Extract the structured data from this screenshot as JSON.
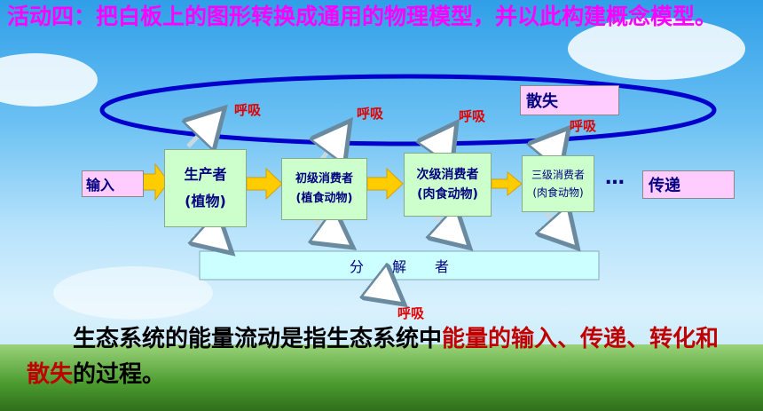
{
  "title": "活动四：把白板上的图形转换成通用的物理模型，并以此构建概念模型。",
  "nodes": {
    "input": "输入",
    "producer_l1": "生产者",
    "producer_l2": "(植物)",
    "primary_l1": "初级消费者",
    "primary_l2": "(植食动物)",
    "secondary_l1": "次级消费者",
    "secondary_l2": "(肉食动物)",
    "tertiary_l1": "三级消费者",
    "tertiary_l2": "(肉食动物)",
    "ellipsis": "…",
    "transfer": "传递",
    "dissipation": "散失",
    "decomposer": "分　　解　　者"
  },
  "respiration_label": "呼吸",
  "bottom_text": {
    "part1": "　　生态系统的能量流动是指生态系统中",
    "highlight": "能量的输入、传递、转化和散失",
    "part2": "的过程。"
  },
  "colors": {
    "title": "#ff00ff",
    "node_fill": "#ccffcc",
    "label_fill": "#ffccff",
    "decomposer_fill": "#ccffff",
    "arrow_yellow": "#ffcc00",
    "respiration": "#e00000",
    "ellipse_stroke": "#0000cc",
    "highlight": "#c00000"
  }
}
